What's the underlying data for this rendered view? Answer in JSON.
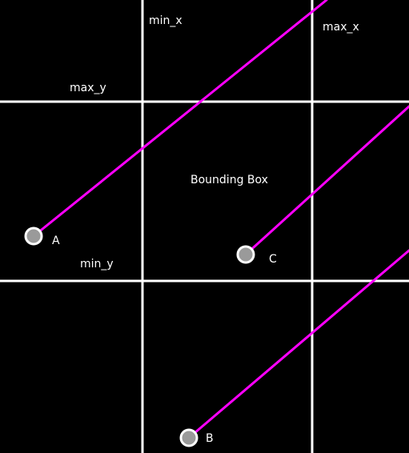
{
  "colors": {
    "background": "#000000",
    "grid_line": "#ffffff",
    "ray": "#ff00ff",
    "point_fill": "#9a9a9a",
    "point_stroke": "#ffffff",
    "text": "#ffffff"
  },
  "labels": {
    "min_x": "min_x",
    "max_x": "max_x",
    "max_y": "max_y",
    "min_y": "min_y",
    "center": "Bounding Box"
  },
  "points": [
    {
      "id": "a",
      "label": "A"
    },
    {
      "id": "b",
      "label": "B"
    },
    {
      "id": "c",
      "label": "C"
    }
  ]
}
